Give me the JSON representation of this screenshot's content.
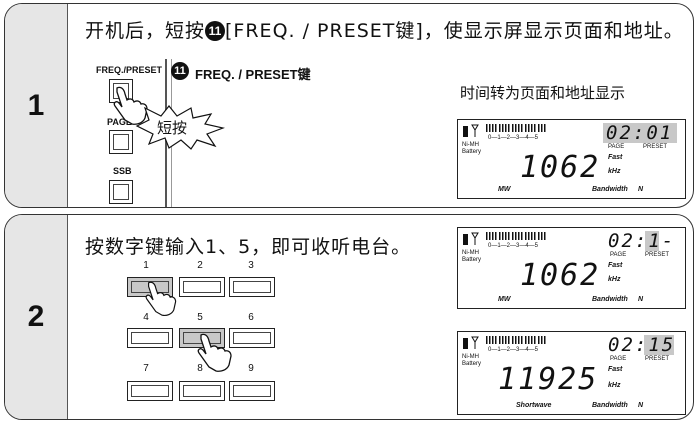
{
  "step1": {
    "number": "1",
    "instruction_pre": "开机后，短按",
    "circle_num": "11",
    "instruction_post": "[FREQ. / PRESET键]，使显示屏显示页面和地址。",
    "button_top_label": "FREQ./PRESET",
    "callout_label": "FREQ. / PRESET键",
    "page_label": "PAGE",
    "ssb_label": "SSB",
    "short_press": "短按",
    "lcd_caption": "时间转为页面和地址显示",
    "lcd": {
      "battery_label": "Ni-MH Battery",
      "scale": "0—1—2—3—4—5",
      "top_digits": "02:01",
      "page_tag": "PAGE",
      "preset_tag": "PRESET",
      "main_digits": "1062",
      "fast": "Fast",
      "unit": "kHz",
      "band": "MW",
      "bandwidth": "Bandwidth",
      "bw_value": "N"
    }
  },
  "step2": {
    "number": "2",
    "instruction": "按数字键输入1、5，即可收听电台。",
    "keys": [
      "1",
      "2",
      "3",
      "4",
      "5",
      "6",
      "7",
      "8",
      "9"
    ],
    "lcd_a": {
      "top_digits": "02:1-",
      "main_digits": "1062",
      "fast": "Fast",
      "unit": "kHz",
      "band": "MW",
      "bandwidth": "Bandwidth",
      "bw_value": "N"
    },
    "lcd_b": {
      "top_digits": "02:15",
      "main_digits": "11925",
      "fast": "Fast",
      "unit": "kHz",
      "band": "Shortwave",
      "bandwidth": "Bandwidth",
      "bw_value": "N"
    }
  }
}
